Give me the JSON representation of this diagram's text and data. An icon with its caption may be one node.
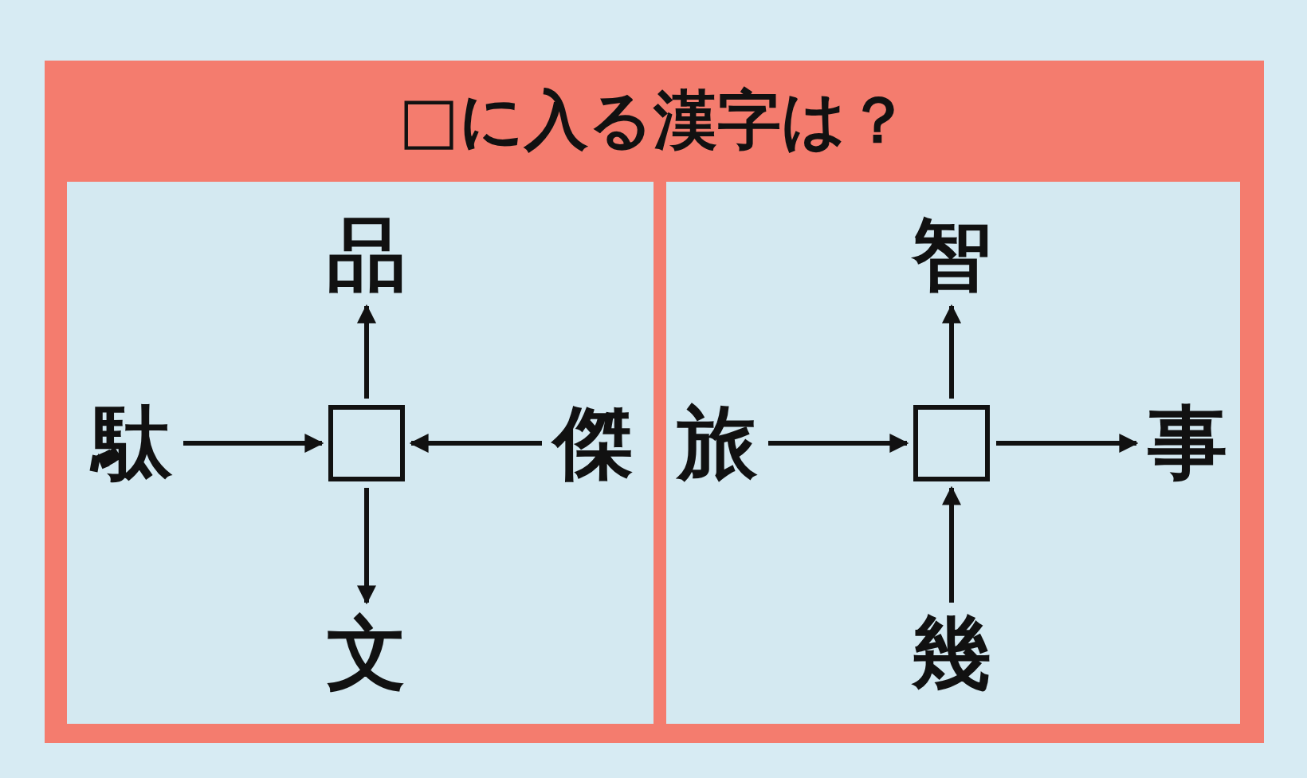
{
  "diagram": {
    "nodes": [
      {
        "text": [
          "□に入る漢字は？"
        ]
      },
      {
        "text": [],
        "shape": "box",
        "in": 0
      },
      {
        "text": [
          "品"
        ],
        "in": 1
      },
      {
        "text": [
          "駄"
        ],
        "in": 1
      },
      {
        "text": [],
        "shape": "box",
        "in": 1
      },
      {
        "text": [
          "傑"
        ],
        "in": 1
      },
      {
        "text": [
          "文"
        ],
        "in": 1
      },
      {
        "text": [],
        "shape": "box",
        "in": 0
      },
      {
        "text": [
          "智"
        ],
        "in": 7
      },
      {
        "text": [
          "旅"
        ],
        "in": 7
      },
      {
        "text": [],
        "shape": "box",
        "in": 7
      },
      {
        "text": [
          "事"
        ],
        "in": 7
      },
      {
        "text": [
          "幾"
        ],
        "in": 7
      }
    ],
    "edges": [
      {
        "from": 3,
        "to": 4,
        "arrow": "to"
      },
      {
        "from": 5,
        "to": 4,
        "arrow": "to"
      },
      {
        "from": 4,
        "to": 2,
        "arrow": "to"
      },
      {
        "from": 4,
        "to": 6,
        "arrow": "to"
      },
      {
        "from": 9,
        "to": 10,
        "arrow": "to"
      },
      {
        "from": 10,
        "to": 11,
        "arrow": "to"
      },
      {
        "from": 10,
        "to": 8,
        "arrow": "to"
      },
      {
        "from": 12,
        "to": 10,
        "arrow": "to"
      }
    ]
  }
}
